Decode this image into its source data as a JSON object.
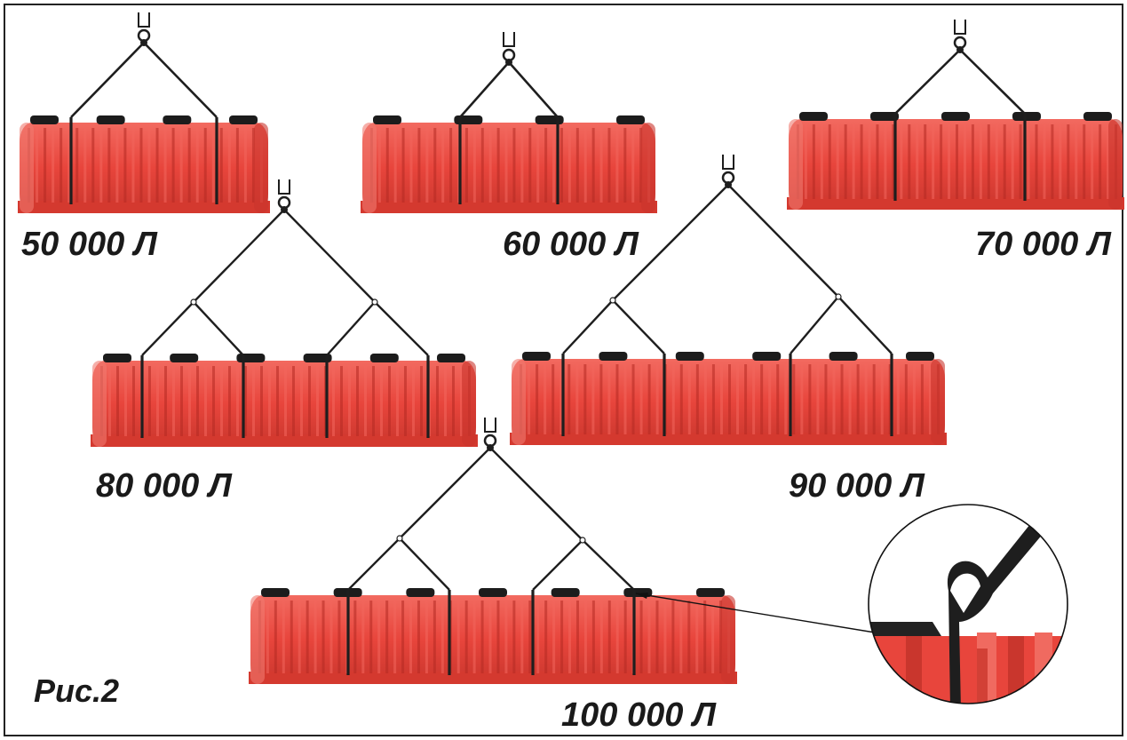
{
  "figure": {
    "label": "Рис.2"
  },
  "colors": {
    "tank": "#e8453c",
    "tank_dark": "#b42a22",
    "tank_light": "#f2665c",
    "cap": "#1c1c1c",
    "sling": "#1e1e1e",
    "border": "#222222"
  },
  "tanks": [
    {
      "id": "tank-50",
      "capacity": "50 000 Л",
      "modules": 4
    },
    {
      "id": "tank-60",
      "capacity": "60 000 Л",
      "modules": 4
    },
    {
      "id": "tank-70",
      "capacity": "70 000 Л",
      "modules": 5
    },
    {
      "id": "tank-80",
      "capacity": "80 000 Л",
      "modules": 6
    },
    {
      "id": "tank-90",
      "capacity": "90 000 Л",
      "modules": 6
    },
    {
      "id": "tank-100",
      "capacity": "100 000 Л",
      "modules": 7
    }
  ],
  "detail": {
    "name": "sling-loop-detail"
  }
}
